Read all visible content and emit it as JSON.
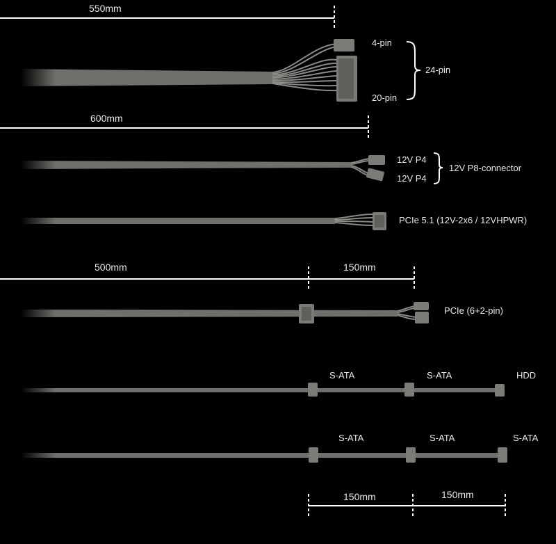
{
  "dimensions": {
    "d550": "550mm",
    "d600": "600mm",
    "d500": "500mm",
    "d150_top": "150mm",
    "d150_bottom_left": "150mm",
    "d150_bottom_right": "150mm"
  },
  "atx": {
    "top": "4-pin",
    "bottom": "20-pin",
    "group": "24-pin"
  },
  "cpu": {
    "top": "12V P4",
    "bottom": "12V P4",
    "group": "12V P8-connector"
  },
  "pcie5": {
    "label": "PCIe 5.1 (12V-2x6 / 12VHPWR)"
  },
  "pcie62": {
    "label": "PCIe (6+2-pin)"
  },
  "sata_hdd": {
    "c1": "S-ATA",
    "c2": "S-ATA",
    "c3": "HDD"
  },
  "sata": {
    "c1": "S-ATA",
    "c2": "S-ATA",
    "c3": "S-ATA"
  },
  "colors": {
    "cable": "#6f6f6b",
    "wire": "#8a8a86",
    "connector": "#7b7b77",
    "line": "#ffffff",
    "background": "#000000"
  }
}
